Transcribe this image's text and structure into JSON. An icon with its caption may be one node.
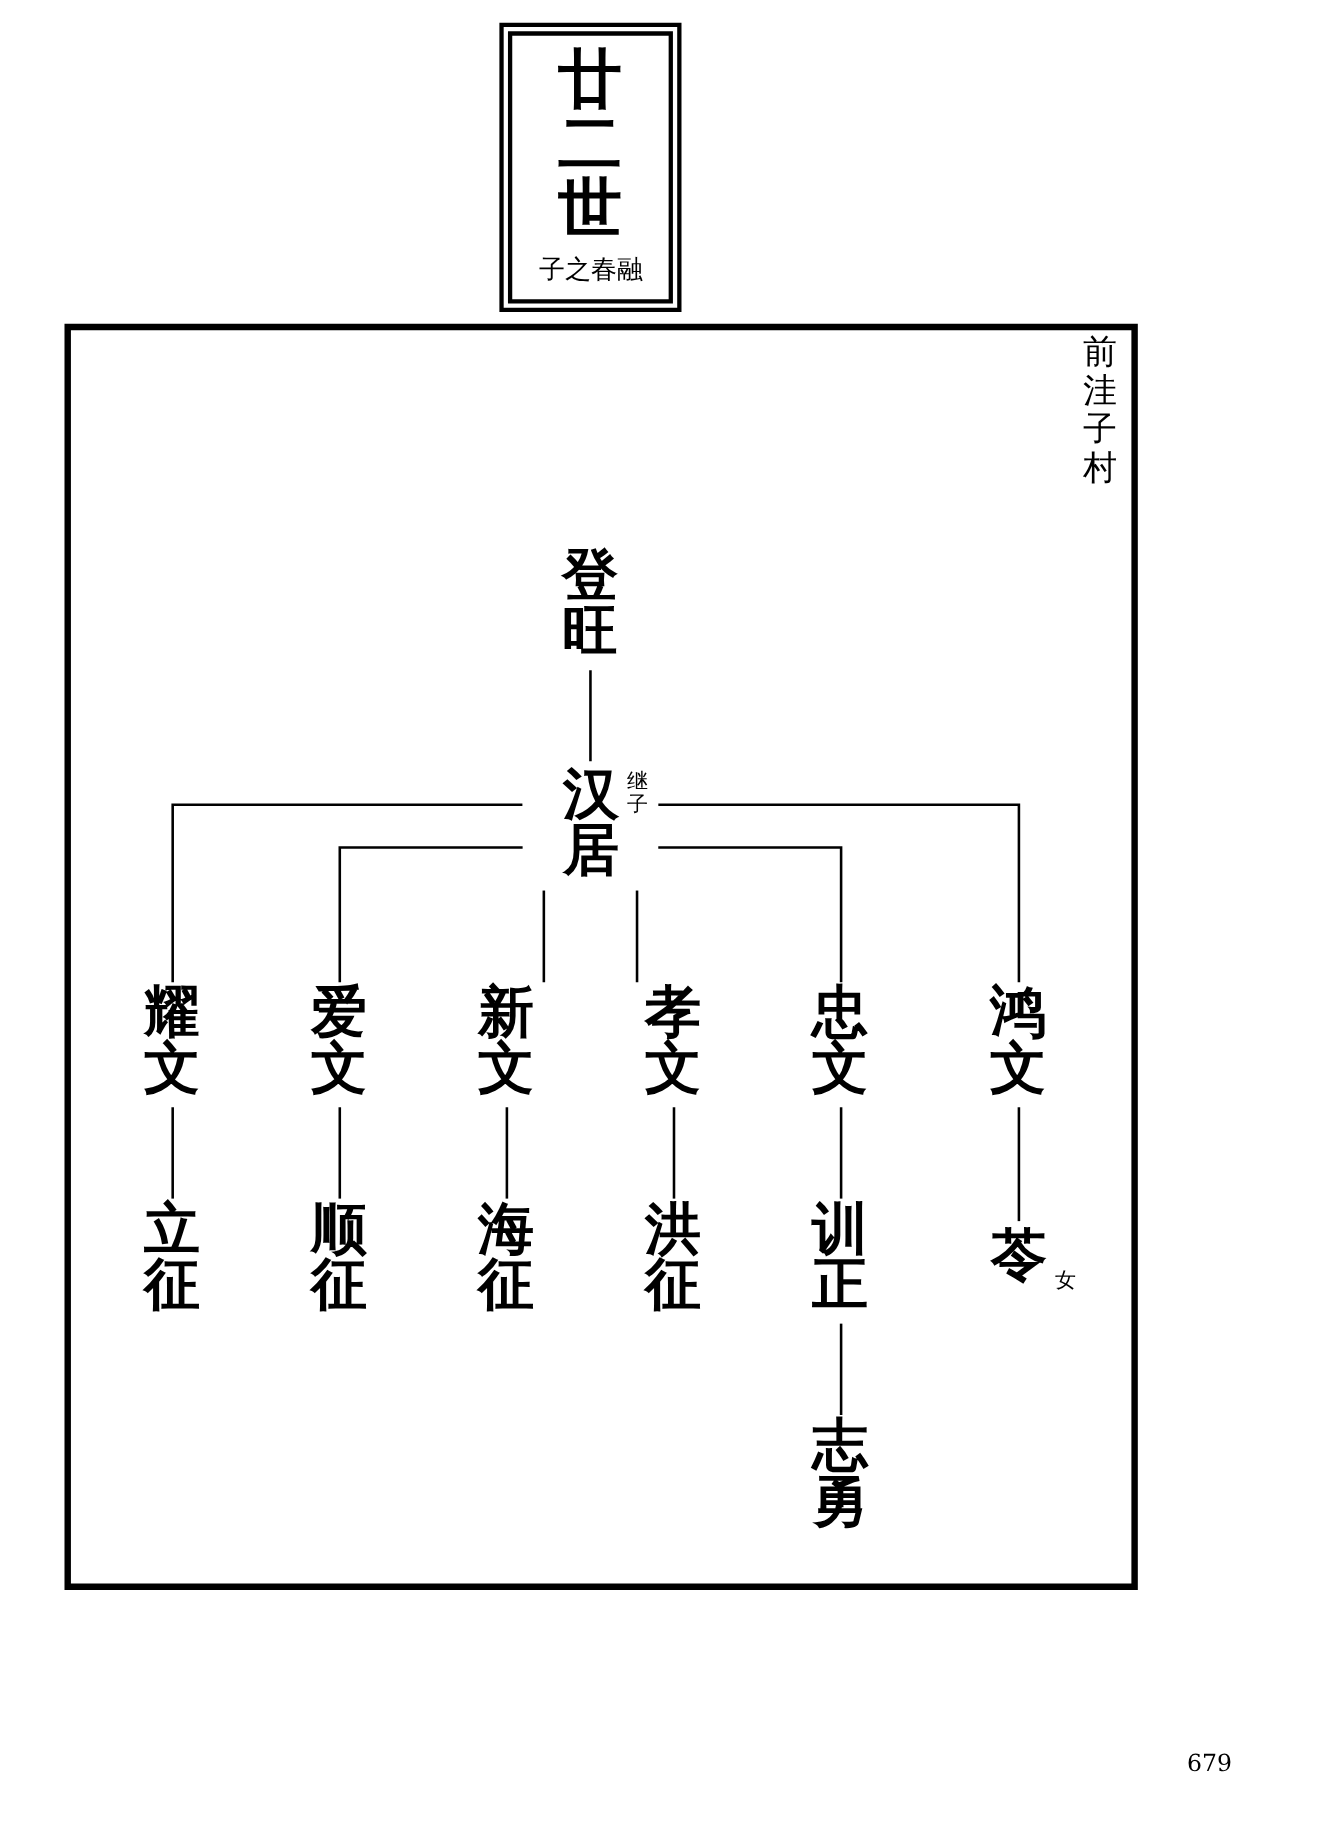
{
  "diagram": {
    "nodes": [
      {
        "text": [
          "廿二世",
          "子之春融"
        ]
      },
      {
        "text": [
          "前洼子村"
        ]
      },
      {
        "text": [
          "登旺"
        ],
        "in": 1
      },
      {
        "text": [
          "汉居"
        ],
        "in": 1,
        "beside": [
          "继子"
        ]
      },
      {
        "text": [
          "耀文"
        ],
        "in": 1
      },
      {
        "text": [
          "爱文"
        ],
        "in": 1
      },
      {
        "text": [
          "新文"
        ],
        "in": 1
      },
      {
        "text": [
          "孝文"
        ],
        "in": 1
      },
      {
        "text": [
          "忠文"
        ],
        "in": 1
      },
      {
        "text": [
          "鸿文"
        ],
        "in": 1
      },
      {
        "text": [
          "立征"
        ],
        "in": 1
      },
      {
        "text": [
          "顺征"
        ],
        "in": 1
      },
      {
        "text": [
          "海征"
        ],
        "in": 1
      },
      {
        "text": [
          "洪征"
        ],
        "in": 1
      },
      {
        "text": [
          "训正"
        ],
        "in": 1
      },
      {
        "text": [
          "苓"
        ],
        "in": 1,
        "beside": [
          "女"
        ]
      },
      {
        "text": [
          "志勇"
        ],
        "in": 1
      }
    ],
    "edges": [
      {
        "from": 2,
        "to": 3,
        "arrow": "none"
      },
      {
        "from": 3,
        "to": 4,
        "arrow": "none"
      },
      {
        "from": 3,
        "to": 5,
        "arrow": "none"
      },
      {
        "from": 3,
        "to": 6,
        "arrow": "none"
      },
      {
        "from": 3,
        "to": 7,
        "arrow": "none"
      },
      {
        "from": 3,
        "to": 8,
        "arrow": "none"
      },
      {
        "from": 3,
        "to": 9,
        "arrow": "none"
      },
      {
        "from": 4,
        "to": 10,
        "arrow": "none"
      },
      {
        "from": 5,
        "to": 11,
        "arrow": "none"
      },
      {
        "from": 6,
        "to": 12,
        "arrow": "none"
      },
      {
        "from": 7,
        "to": 13,
        "arrow": "none"
      },
      {
        "from": 8,
        "to": 14,
        "arrow": "none"
      },
      {
        "from": 9,
        "to": 15,
        "arrow": "none"
      },
      {
        "from": 14,
        "to": 16,
        "arrow": "none"
      }
    ],
    "labels": [
      "679"
    ]
  }
}
